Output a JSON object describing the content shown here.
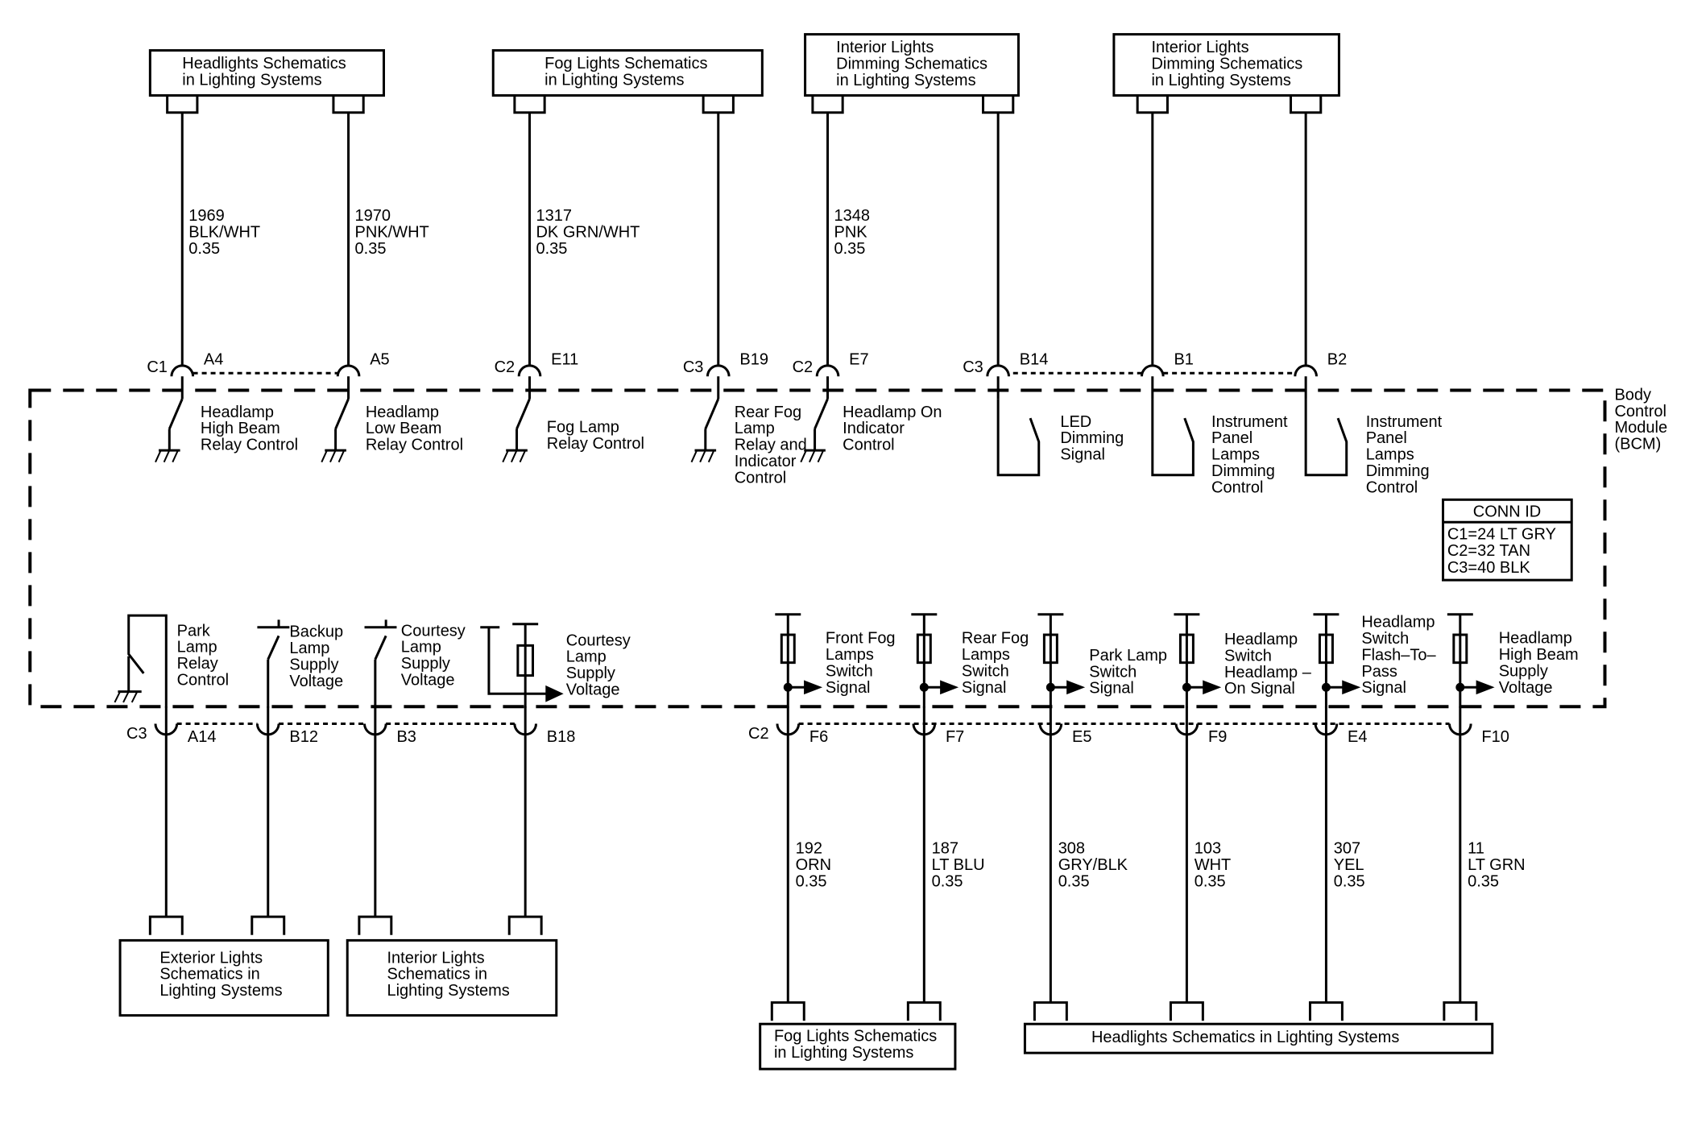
{
  "bcm_label": [
    "Body",
    "Control",
    "Module",
    "(BCM)"
  ],
  "conn_id": {
    "title": "CONN ID",
    "lines": [
      "C1=24 LT GRY",
      "C2=32 TAN",
      "C3=40 BLK"
    ]
  },
  "top_boxes": [
    {
      "id": "headlights-top",
      "lines": [
        "Headlights Schematics",
        "in Lighting Systems"
      ]
    },
    {
      "id": "fog-top",
      "lines": [
        "Fog Lights Schematics",
        "in Lighting Systems"
      ]
    },
    {
      "id": "interior-dim-1",
      "lines": [
        "Interior Lights",
        "Dimming Schematics",
        "in Lighting Systems"
      ]
    },
    {
      "id": "interior-dim-2",
      "lines": [
        "Interior Lights",
        "Dimming Schematics",
        "in Lighting Systems"
      ]
    }
  ],
  "bottom_boxes": [
    {
      "id": "exterior-lights",
      "lines": [
        "Exterior Lights",
        "Schematics in",
        "Lighting Systems"
      ]
    },
    {
      "id": "interior-lights",
      "lines": [
        "Interior Lights",
        "Schematics in",
        "Lighting Systems"
      ]
    },
    {
      "id": "fog-bottom",
      "lines": [
        "Fog Lights Schematics",
        "in Lighting Systems"
      ]
    },
    {
      "id": "headlights-bottom",
      "lines": [
        "Headlights Schematics in Lighting Systems"
      ]
    }
  ],
  "top_wires": [
    {
      "circuit": [
        "1969",
        "BLK/WHT",
        "0.35"
      ]
    },
    {
      "circuit": [
        "1970",
        "PNK/WHT",
        "0.35"
      ]
    },
    {
      "circuit": [
        "1317",
        "DK GRN/WHT",
        "0.35"
      ]
    },
    {
      "circuit": []
    },
    {
      "circuit": [
        "1348",
        "PNK",
        "0.35"
      ]
    },
    {
      "circuit": []
    },
    {
      "circuit": []
    },
    {
      "circuit": []
    }
  ],
  "top_pins": [
    {
      "conn": "C1",
      "pin": "A4"
    },
    {
      "conn": "",
      "pin": "A5"
    },
    {
      "conn": "C2",
      "pin": "E11"
    },
    {
      "conn": "C3",
      "pin": "B19"
    },
    {
      "conn": "C2",
      "pin": "E7"
    },
    {
      "conn": "C3",
      "pin": "B14"
    },
    {
      "conn": "",
      "pin": "B1"
    },
    {
      "conn": "",
      "pin": "B2"
    }
  ],
  "top_functions": [
    [
      "Headlamp",
      "High Beam",
      "Relay Control"
    ],
    [
      "Headlamp",
      "Low Beam",
      "Relay Control"
    ],
    [
      "Fog Lamp",
      "Relay Control"
    ],
    [
      "Rear Fog",
      "Lamp",
      "Relay and",
      "Indicator",
      "Control"
    ],
    [
      "Headlamp On",
      "Indicator",
      "Control"
    ],
    [
      "LED",
      "Dimming",
      "Signal"
    ],
    [
      "Instrument",
      "Panel",
      "Lamps",
      "Dimming",
      "Control"
    ],
    [
      "Instrument",
      "Panel",
      "Lamps",
      "Dimming",
      "Control"
    ]
  ],
  "bottom_pins": [
    {
      "conn": "C3",
      "pin": "A14"
    },
    {
      "conn": "",
      "pin": "B12"
    },
    {
      "conn": "",
      "pin": "B3"
    },
    {
      "conn": "",
      "pin": "B18"
    },
    {
      "conn": "C2",
      "pin": "F6"
    },
    {
      "conn": "",
      "pin": "F7"
    },
    {
      "conn": "",
      "pin": "E5"
    },
    {
      "conn": "",
      "pin": "F9"
    },
    {
      "conn": "",
      "pin": "E4"
    },
    {
      "conn": "",
      "pin": "F10"
    }
  ],
  "bottom_functions": [
    [
      "Park",
      "Lamp",
      "Relay",
      "Control"
    ],
    [
      "Backup",
      "Lamp",
      "Supply",
      "Voltage"
    ],
    [
      "Courtesy",
      "Lamp",
      "Supply",
      "Voltage"
    ],
    [
      "Courtesy",
      "Lamp",
      "Supply",
      "Voltage"
    ],
    [
      "Front Fog",
      "Lamps",
      "Switch",
      "Signal"
    ],
    [
      "Rear Fog",
      "Lamps",
      "Switch",
      "Signal"
    ],
    [
      "Park Lamp",
      "Switch",
      "Signal"
    ],
    [
      "Headlamp",
      "Switch",
      "Headlamp –",
      "On Signal"
    ],
    [
      "Headlamp",
      "Switch",
      "Flash–To–",
      "Pass",
      "Signal"
    ],
    [
      "Headlamp",
      "High Beam",
      "Supply",
      "Voltage"
    ]
  ],
  "bottom_wires": [
    {
      "circuit": []
    },
    {
      "circuit": []
    },
    {
      "circuit": []
    },
    {
      "circuit": []
    },
    {
      "circuit": [
        "192",
        "ORN",
        "0.35"
      ]
    },
    {
      "circuit": [
        "187",
        "LT BLU",
        "0.35"
      ]
    },
    {
      "circuit": [
        "308",
        "GRY/BLK",
        "0.35"
      ]
    },
    {
      "circuit": [
        "103",
        "WHT",
        "0.35"
      ]
    },
    {
      "circuit": [
        "307",
        "YEL",
        "0.35"
      ]
    },
    {
      "circuit": [
        "11",
        "LT GRN",
        "0.35"
      ]
    }
  ]
}
